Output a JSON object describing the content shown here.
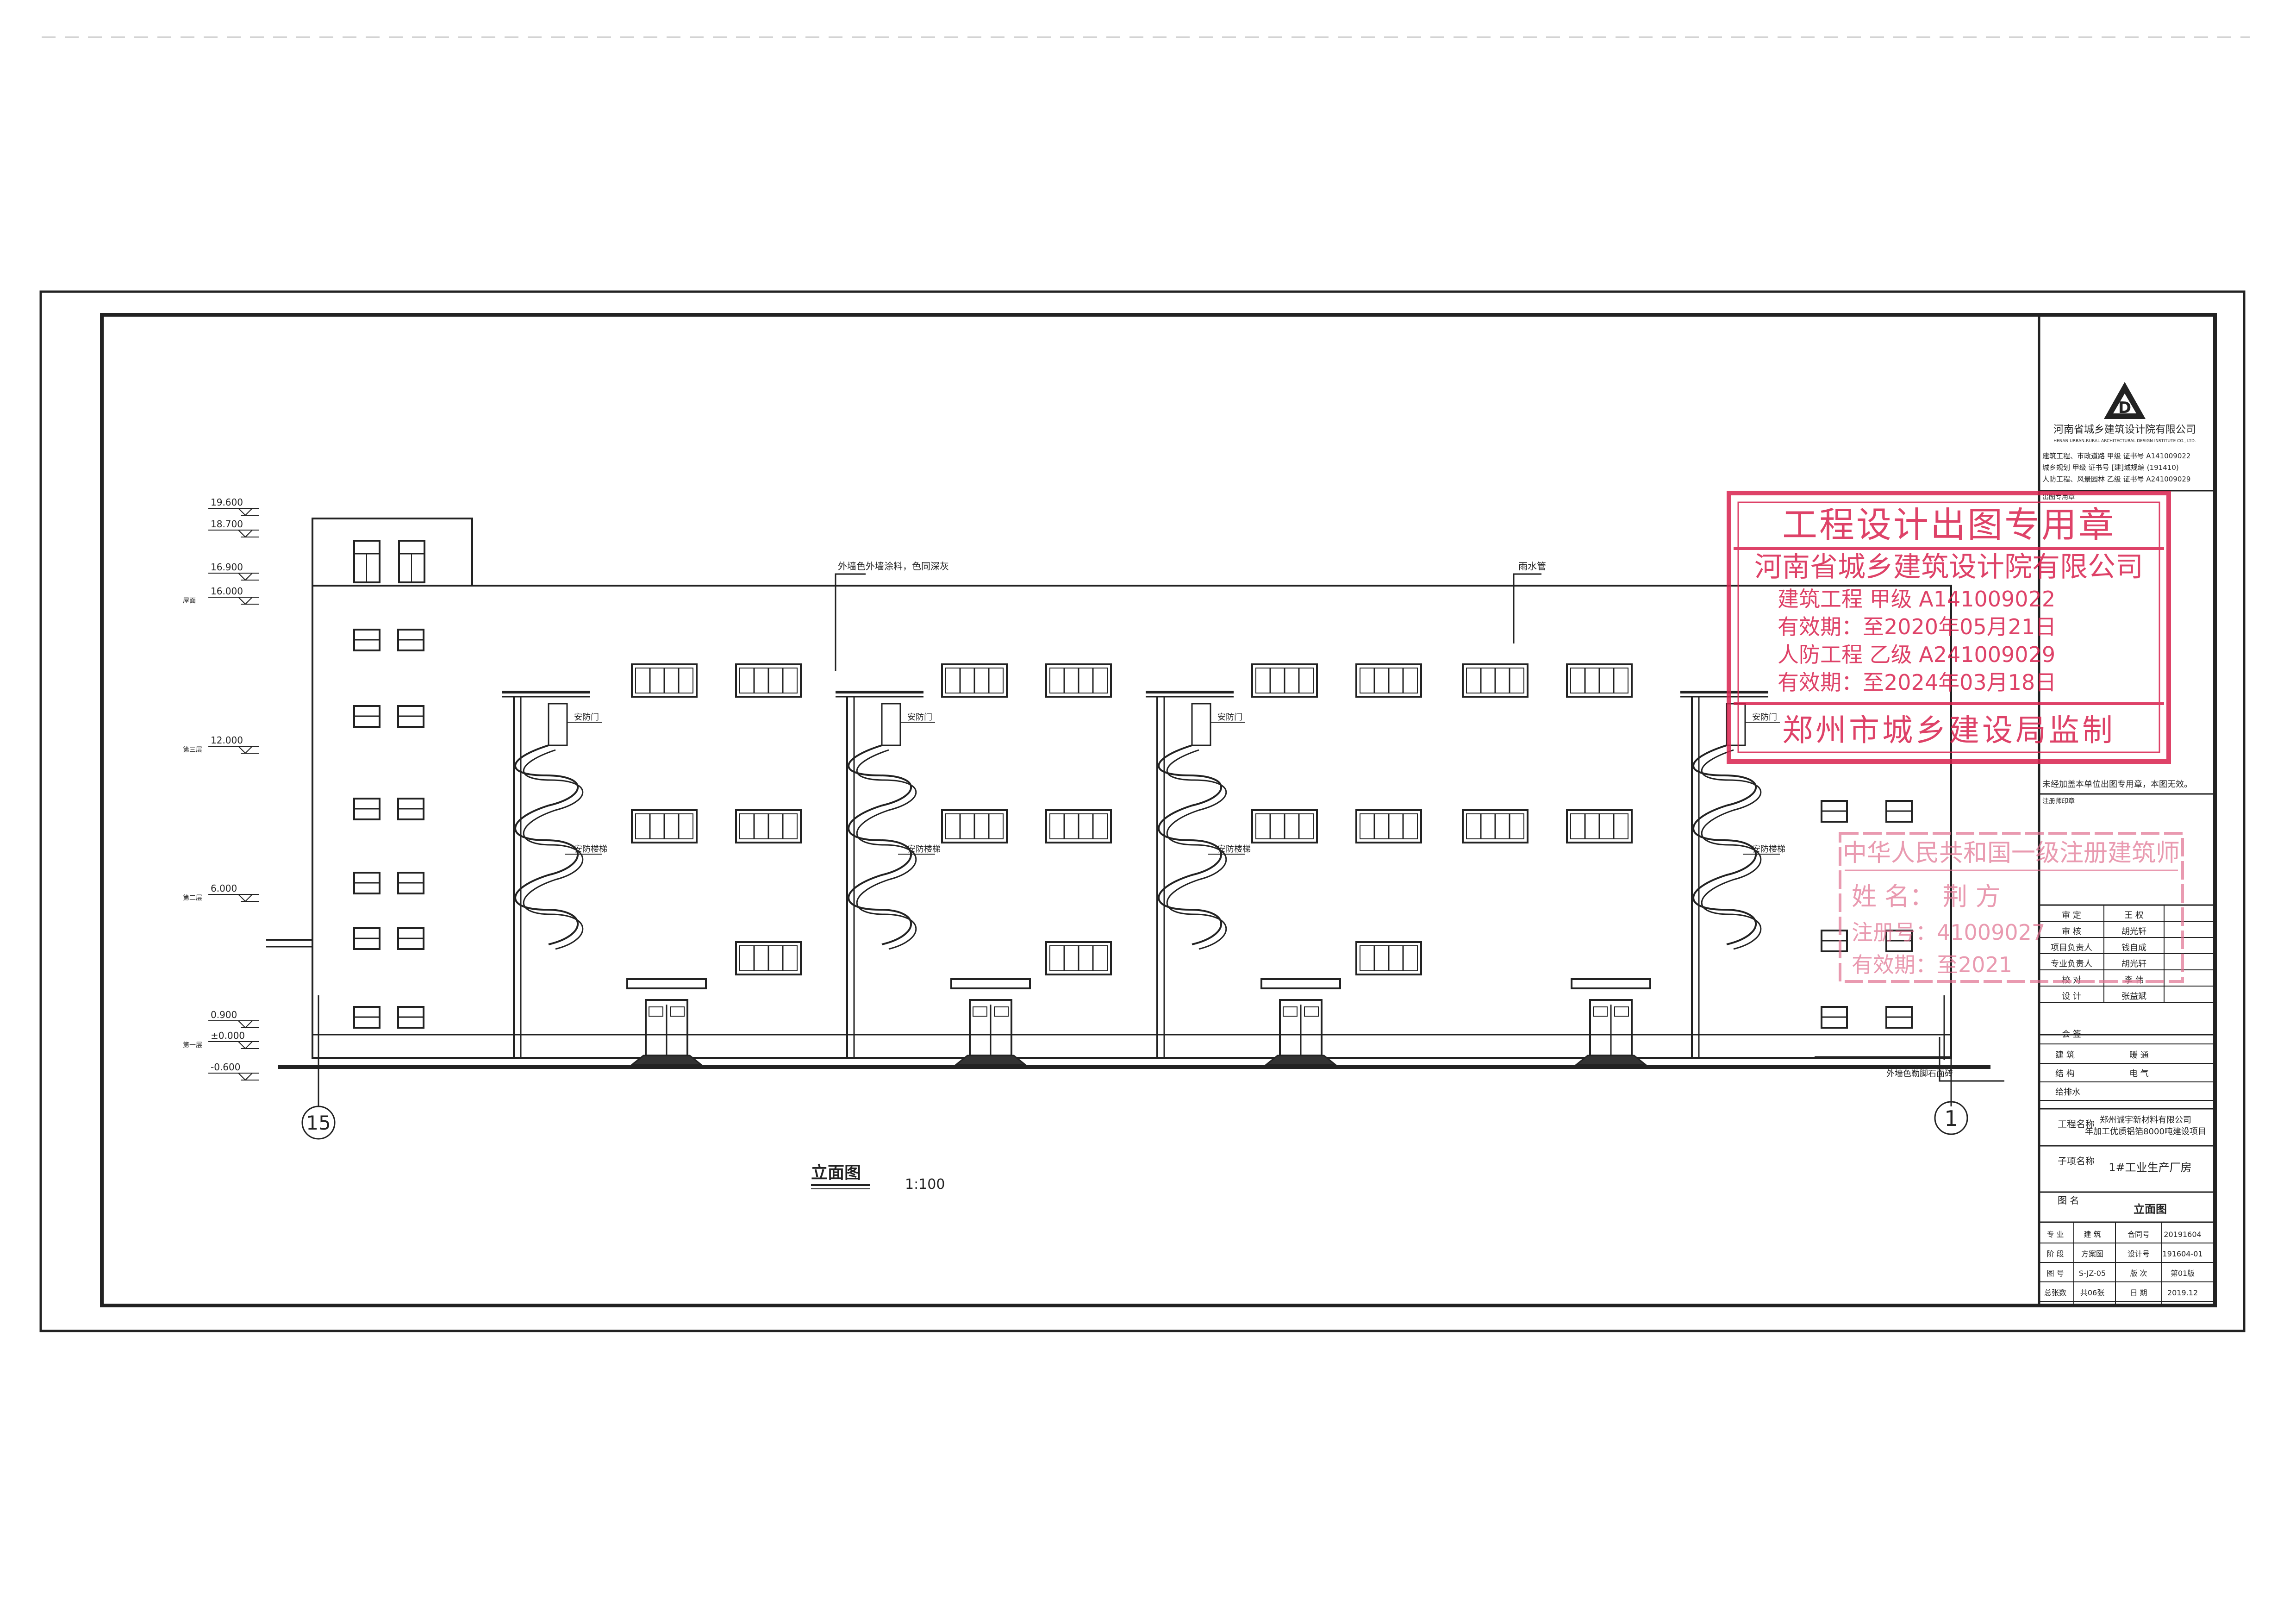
{
  "drawing": {
    "title": "立面图",
    "scale": "1:100",
    "axes": {
      "left": "15",
      "right": "1"
    },
    "elevations": [
      {
        "value": "19.600"
      },
      {
        "value": "18.700"
      },
      {
        "value": "16.900"
      },
      {
        "value": "16.000",
        "floor": "屋面"
      },
      {
        "value": "12.000",
        "floor": "第三层"
      },
      {
        "value": "6.000",
        "floor": "第二层"
      },
      {
        "value": "0.900"
      },
      {
        "value": "±0.000",
        "floor": "第一层"
      },
      {
        "value": "-0.600"
      }
    ],
    "annotations": {
      "roof_wall_paint": "外墙色外墙涂料，色同深灰",
      "parapet": "雨水管",
      "base_paint": "外墙色勒脚石面砖",
      "evac_door": "安防门",
      "evac_stair": "安防楼梯"
    }
  },
  "title_block": {
    "company": "河南省城乡建筑设计院有限公司",
    "company_en": "HENAN URBAN-RURAL ARCHITECTURAL DESIGN INSTITUTE CO., LTD.",
    "qualifications": [
      "建筑工程、市政道路    甲级  证书号 A141009022",
      "城乡规划    甲级    证书号 [建]城规编 (191410)",
      "人防工程、风景园林    乙级  证书号 A241009029"
    ],
    "stamp_area_label": "出图专用章",
    "unofficial_note": "未经加盖本单位出图专用章，本图无效。",
    "reg_stamp_label": "注册师印章",
    "roles": [
      {
        "role": "审  定",
        "name": "王  权"
      },
      {
        "role": "审  核",
        "name": "胡光轩"
      },
      {
        "role": "项目负责人",
        "name": "钱自成"
      },
      {
        "role": "专业负责人",
        "name": "胡光轩"
      },
      {
        "role": "校  对",
        "name": "李  伟"
      },
      {
        "role": "设  计",
        "name": "张益斌"
      }
    ],
    "countersign_label": "会  签",
    "countersign": [
      {
        "left": "建  筑",
        "right": "暖  通"
      },
      {
        "left": "结  构",
        "right": "电  气"
      },
      {
        "left": "给排水",
        "right": ""
      }
    ],
    "project_label": "工程名称",
    "project_name_1": "郑州诚宇新材料有限公司",
    "project_name_2": "年加工优质铝箔8000吨建设项目",
    "sub_project_label": "子项名称",
    "sub_project": "1#工业生产厂房",
    "drawing_name_label": "图  名",
    "drawing_name": "立面图",
    "info": [
      {
        "k1": "专  业",
        "v1": "建  筑",
        "k2": "合同号",
        "v2": "20191604"
      },
      {
        "k1": "阶  段",
        "v1": "方案图",
        "k2": "设计号",
        "v2": "191604-01"
      },
      {
        "k1": "图  号",
        "v1": "S-JZ-05",
        "k2": "版  次",
        "v2": "第01版"
      },
      {
        "k1": "总张数",
        "v1": "共06张",
        "k2": "日  期",
        "v2": "2019.12"
      }
    ]
  },
  "stamps": {
    "design_stamp": {
      "title": "工程设计出图专用章",
      "company": "河南省城乡建筑设计院有限公司",
      "line1": "建筑工程    甲级    A141009022",
      "line2": "有效期：至2020年05月21日",
      "line3": "人防工程    乙级    A241009029",
      "line4": "有效期：至2024年03月18日",
      "footer": "郑州市城乡建设局监制",
      "color": "#d9224e"
    },
    "architect_stamp": {
      "title": "中华人民共和国一级注册建筑师",
      "name": "姓  名：  荆  方",
      "reg_no": "注册号：41009027",
      "valid": "有效期：至2021",
      "color": "#e07090"
    }
  },
  "colors": {
    "line": "#222222",
    "stamp": "#d9224e"
  }
}
